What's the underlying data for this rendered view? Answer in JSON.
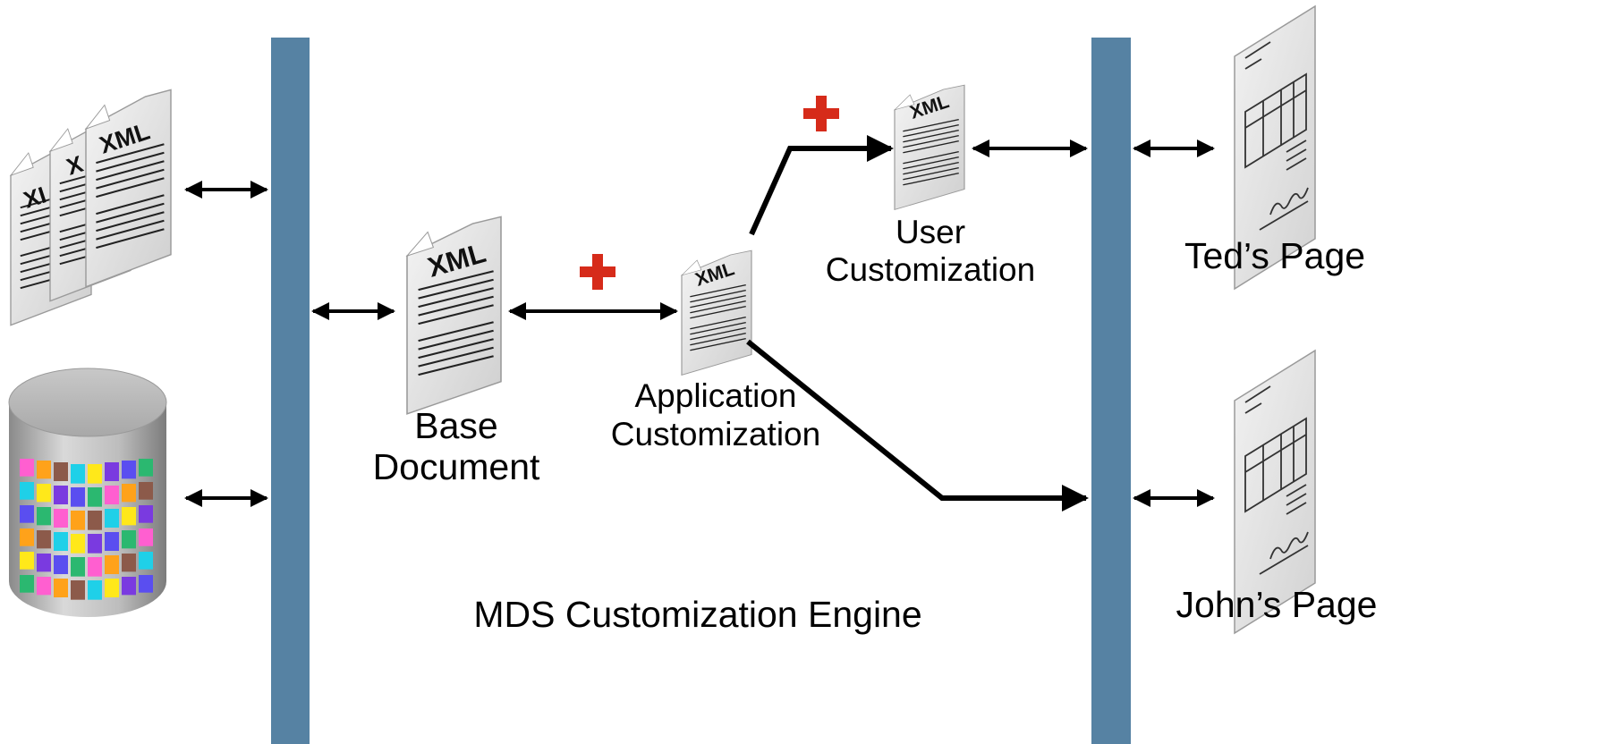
{
  "engine_label": "MDS Customization Engine",
  "nodes": {
    "base_document": {
      "line1": "Base",
      "line2": "Document",
      "doc_text": "XML"
    },
    "application_customization": {
      "line1": "Application",
      "line2": "Customization",
      "doc_text": "XML"
    },
    "user_customization": {
      "line1": "User",
      "line2": "Customization",
      "doc_text": "XML"
    },
    "teds_page": {
      "label": "Ted’s Page"
    },
    "johns_page": {
      "label": "John’s Page"
    },
    "xml_stack": {
      "doc_texts": [
        "XI",
        "X",
        "XML"
      ]
    }
  },
  "colors": {
    "engine_bar": "#5682a3",
    "plus_sign": "#d62b1a",
    "arrow": "#000000",
    "doc_fill": "#e6e6e6",
    "db_cells": [
      "#ff5fd0",
      "#1fd0e8",
      "#5a4ef0",
      "#ffa21a",
      "#ffe81a",
      "#2bb870",
      "#8c5a4a",
      "#7a3ae0"
    ]
  },
  "icons": [
    "xml-document-icon",
    "database-icon",
    "page-form-icon",
    "plus-icon"
  ]
}
